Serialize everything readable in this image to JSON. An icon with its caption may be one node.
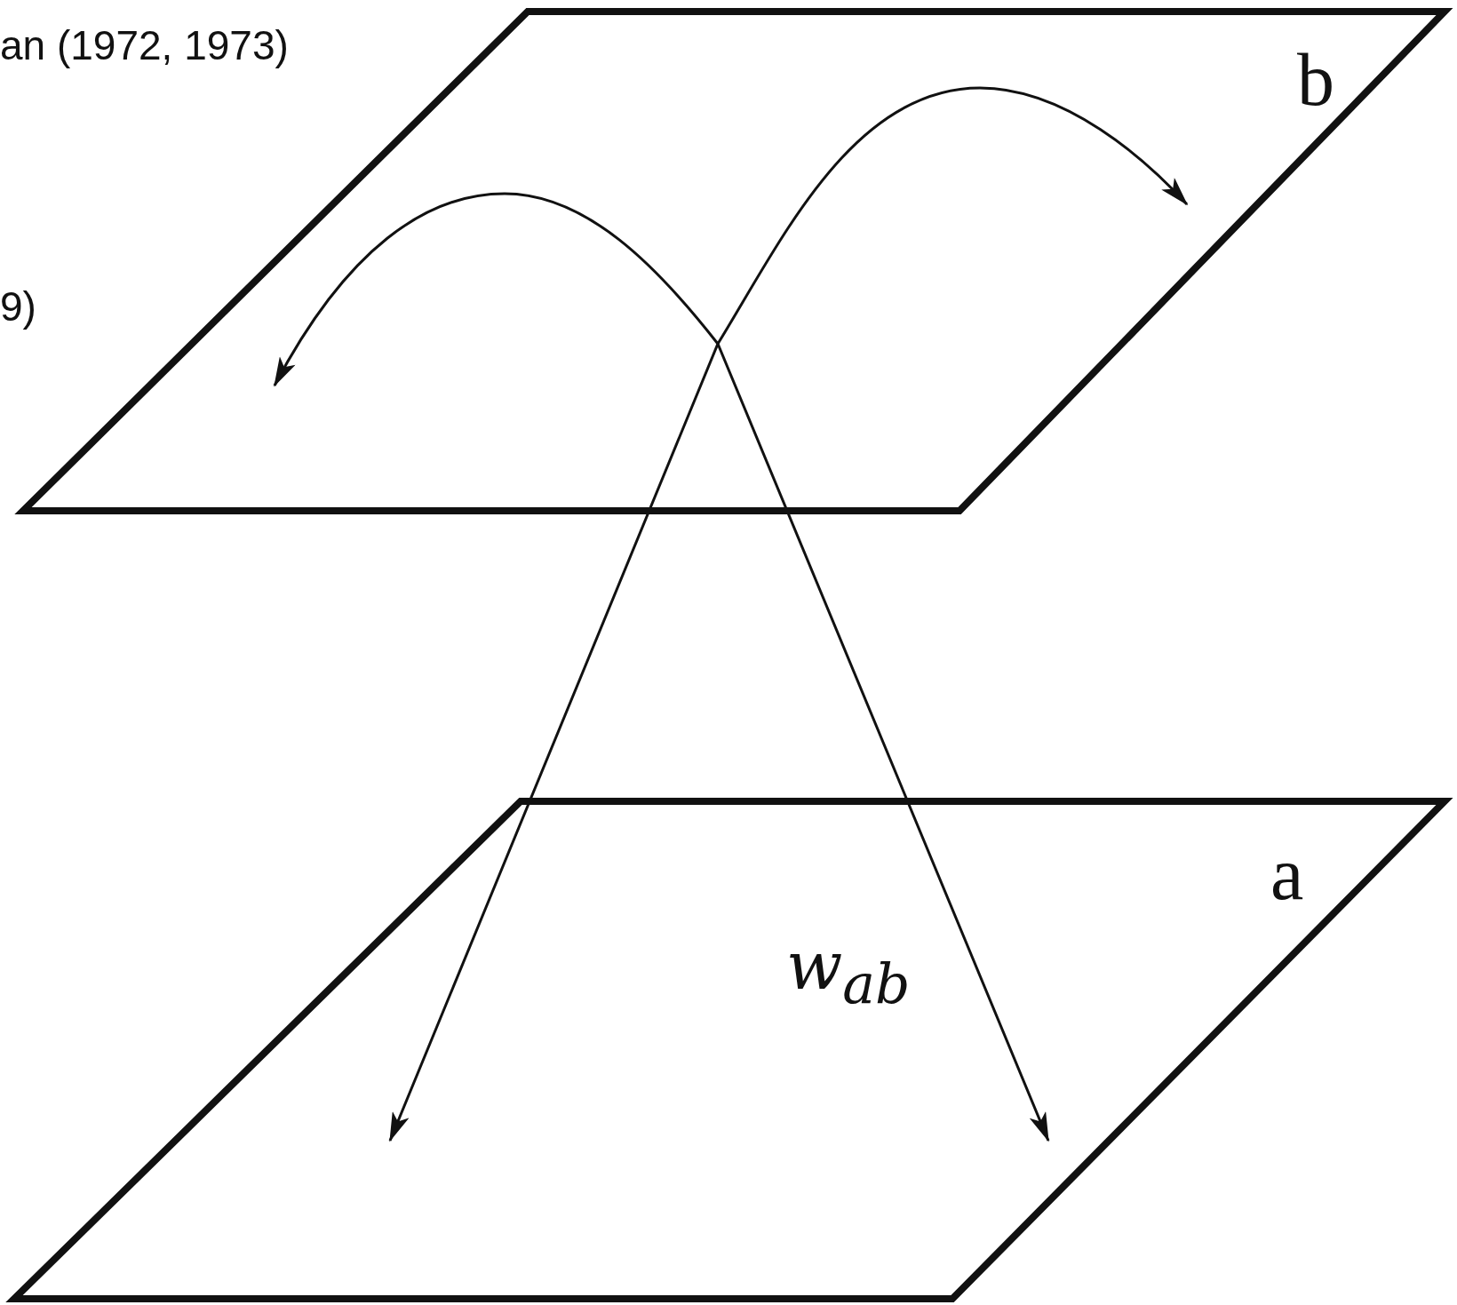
{
  "diagram": {
    "nodes": [
      {
        "text": [
          "b"
        ]
      },
      {
        "text": [
          "a"
        ]
      }
    ],
    "edges": [
      {
        "from": 0,
        "to": 1,
        "arrow": "both",
        "label": "w$_{ab}$"
      },
      {
        "from": 0,
        "to": 1,
        "arrow": "both"
      }
    ],
    "labels": [
      "an (1972, 1973)",
      "9)"
    ]
  }
}
